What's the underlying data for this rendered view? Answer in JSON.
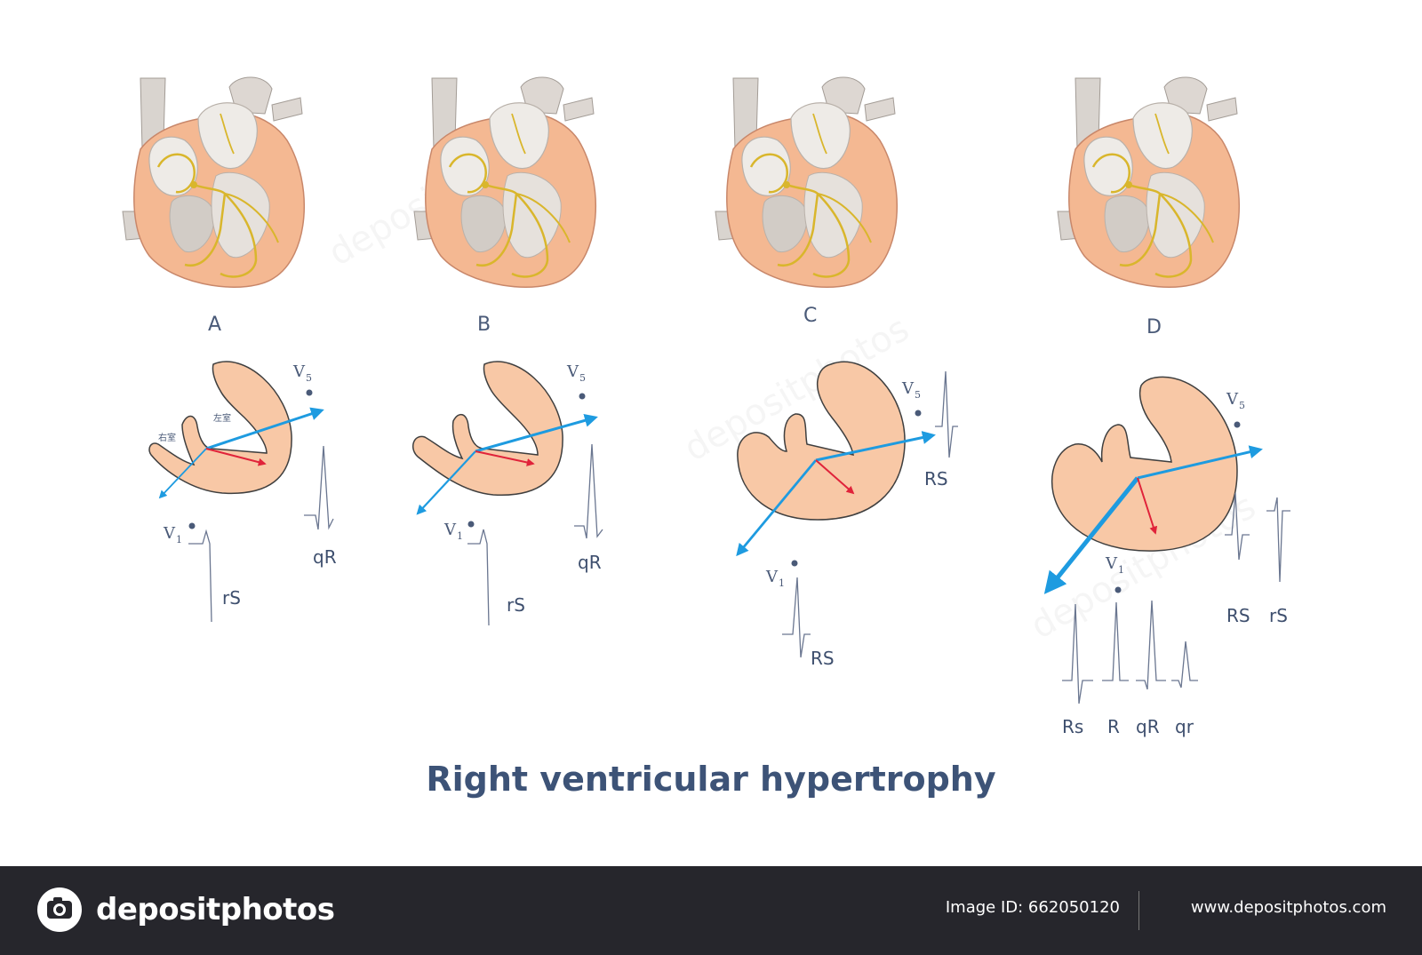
{
  "panels": [
    {
      "letter": "A",
      "v1_lead": "V",
      "v1_sub": "1",
      "v5_lead": "V",
      "v5_sub": "5",
      "labels": [
        "rS",
        "qR"
      ],
      "zh_rv": "右室",
      "zh_lv": "左室"
    },
    {
      "letter": "B",
      "v1_lead": "V",
      "v1_sub": "1",
      "v5_lead": "V",
      "v5_sub": "5",
      "labels": [
        "rS",
        "qR"
      ]
    },
    {
      "letter": "C",
      "v1_lead": "V",
      "v1_sub": "1",
      "v5_lead": "V",
      "v5_sub": "5",
      "labels": [
        "RS",
        "RS"
      ]
    },
    {
      "letter": "D",
      "v1_lead": "V",
      "v1_sub": "1",
      "v5_lead": "V",
      "v5_sub": "5",
      "labels_v5": [
        "RS",
        "rS"
      ],
      "labels_v1": [
        "Rs",
        "R",
        "qR",
        "qr"
      ]
    }
  ],
  "title": "Right ventricular hypertrophy",
  "watermark": "depositphotos",
  "footer": {
    "brand": "depositphotos",
    "image_id": "Image ID: 662050120",
    "site": "www.depositphotos.com"
  },
  "colors": {
    "myocardium": "#f8c8a6",
    "blue_vector": "#1e9be0",
    "red_vector": "#e0233a",
    "conduction": "#d9b62c",
    "title": "#3d5377",
    "footer_bg": "#26262c"
  }
}
